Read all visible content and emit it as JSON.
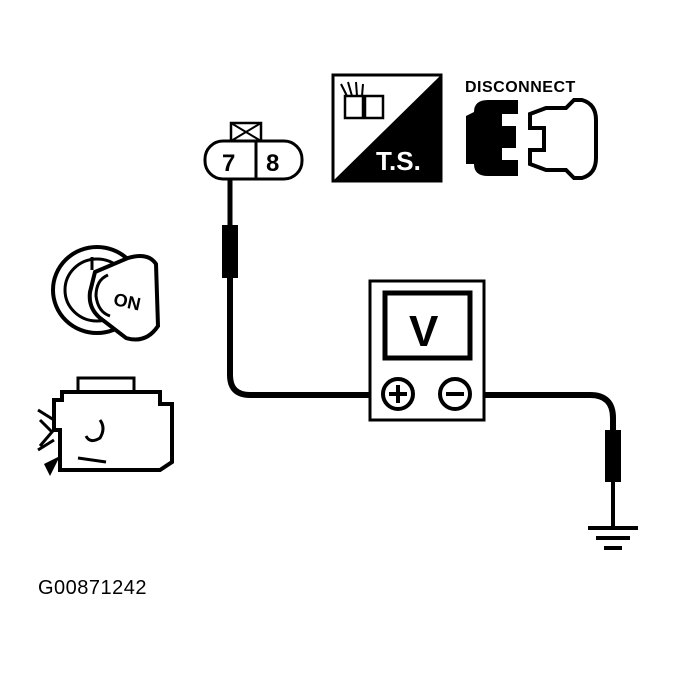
{
  "connector": {
    "pin_left": "7",
    "pin_right": "8"
  },
  "badges": {
    "ts_label": "T.S.",
    "disconnect_label": "DISCONNECT"
  },
  "ignition": {
    "key_label": "ON"
  },
  "voltmeter": {
    "display_label": "V",
    "positive_symbol": "+",
    "negative_symbol": "−"
  },
  "figure": {
    "id": "G00871242"
  },
  "colors": {
    "ink": "#000000",
    "paper": "#ffffff"
  },
  "icons": [
    "connector-icon",
    "ts-harness-icon",
    "disconnect-icon",
    "ignition-key-icon",
    "engine-icon",
    "voltmeter-icon",
    "ground-icon"
  ]
}
